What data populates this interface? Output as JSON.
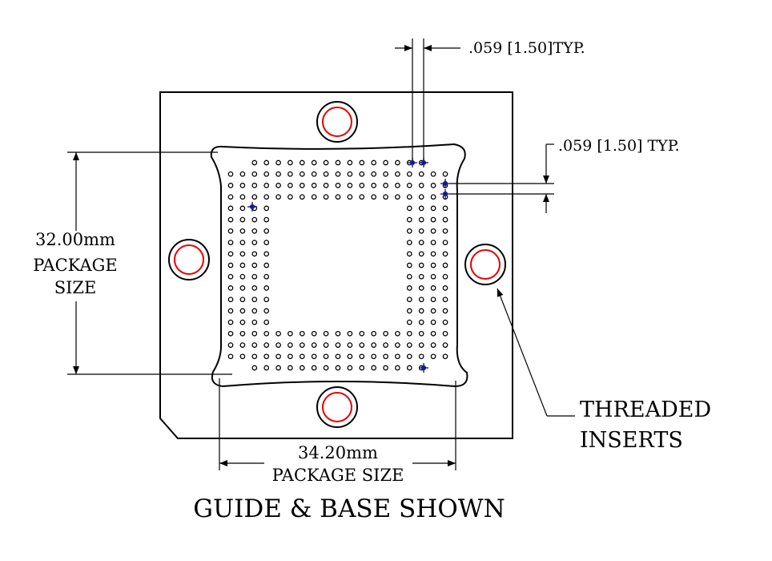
{
  "labels": {
    "pitch_horizontal": ".059 [1.50]TYP.",
    "pitch_vertical": ".059 [1.50] TYP.",
    "package_height_value": "32.00mm",
    "package_height_line1": "PACKAGE",
    "package_height_line2": "SIZE",
    "package_width_value": "34.20mm",
    "package_width_caption": "PACKAGE SIZE",
    "callout_line1": "THREADED",
    "callout_line2": "INSERTS",
    "title": "GUIDE & BASE SHOWN"
  },
  "ball_grid": {
    "columns": 19,
    "outer_rows": 19,
    "inner_ring_depth": 4,
    "corner_rows_trimmed": 2
  },
  "colors": {
    "outline": "#000000",
    "insert_ring": "#e60000",
    "marker": "#1a1a8c",
    "background": "#ffffff"
  },
  "threaded_insert_count": 4
}
